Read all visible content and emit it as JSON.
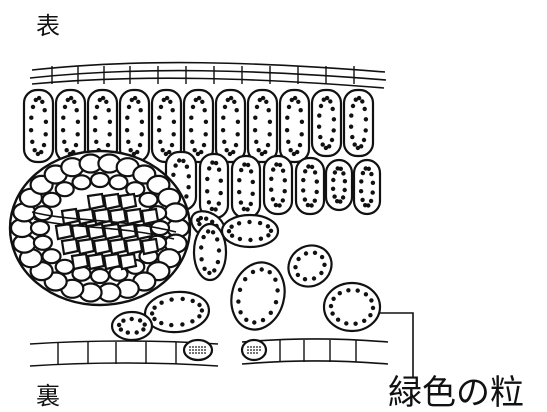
{
  "labels": {
    "top": "表",
    "bottom": "裏",
    "callout": "緑色の粒"
  },
  "colors": {
    "ink": "#111111",
    "paper": "#ffffff"
  }
}
